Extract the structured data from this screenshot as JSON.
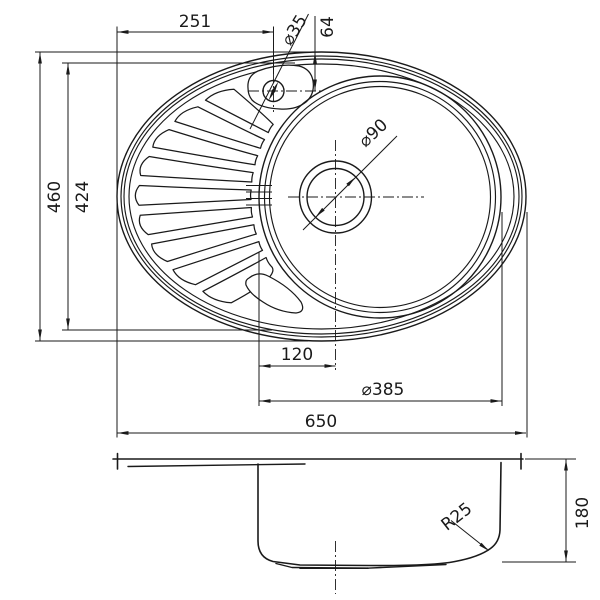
{
  "colors": {
    "ink": "#1a1a1a",
    "paper": "#ffffff"
  },
  "top_view": {
    "dim_top_width": "251",
    "dim_tap_hole": "⌀35",
    "dim_tap_offset": "64",
    "dim_overall_depth": "460",
    "dim_bowl_rim_depth": "424",
    "dim_drain": "⌀90",
    "dim_drain_offset": "120",
    "dim_bowl": "⌀385",
    "dim_overall_width": "650"
  },
  "side_view": {
    "dim_corner_radius": "R25",
    "dim_height": "180"
  }
}
